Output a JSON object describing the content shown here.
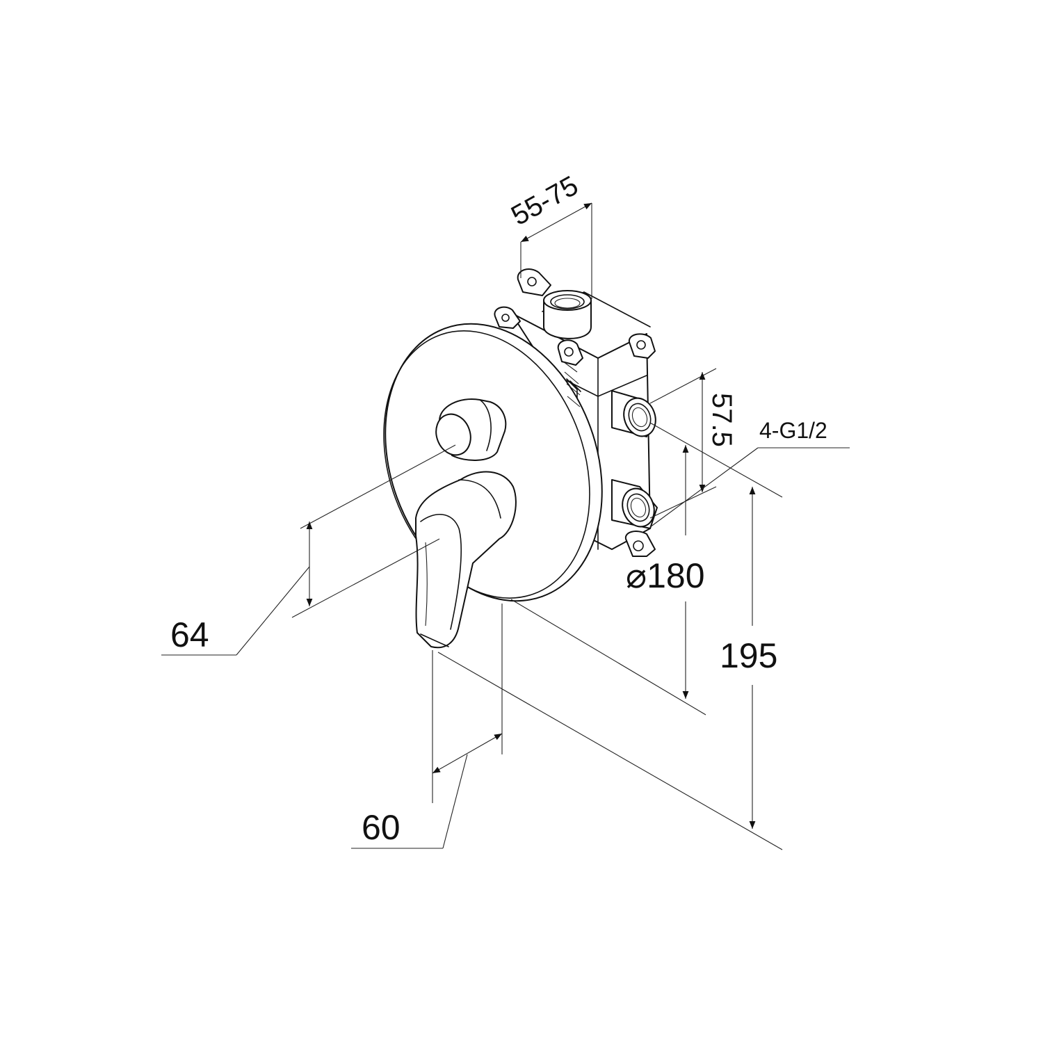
{
  "dimensions": {
    "depth_range": "55-75",
    "port_spacing": "57.5",
    "thread_spec": "4-G1/2",
    "plate_diameter": "⌀180",
    "total_height": "195",
    "lever_projection": "64",
    "plate_to_lever": "60"
  }
}
